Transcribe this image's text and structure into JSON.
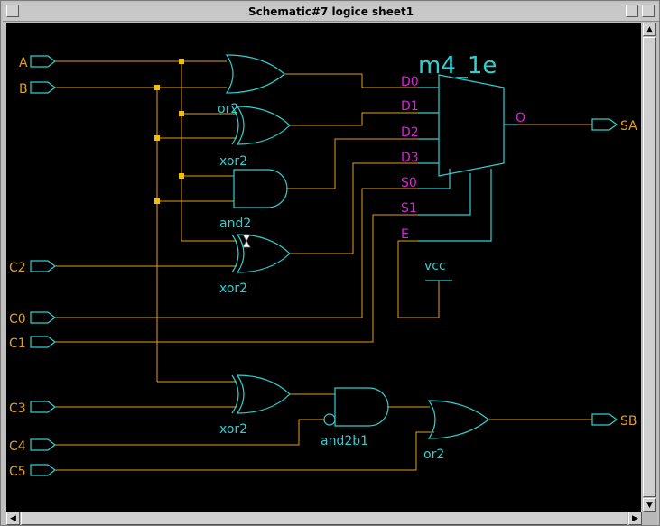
{
  "window": {
    "title": "Schematic#7 logice sheet1"
  },
  "inputs": {
    "A": "A",
    "B": "B",
    "C2": "C2",
    "C0": "C0",
    "C1": "C1",
    "C3": "C3",
    "C4": "C4",
    "C5": "C5"
  },
  "outputs": {
    "SA": "SA",
    "SB": "SB"
  },
  "gates": {
    "or2_top": "or2",
    "xor2_1": "xor2",
    "and2": "and2",
    "xor2_2": "xor2",
    "xor2_3": "xor2",
    "and2b1": "and2b1",
    "or2_bottom": "or2"
  },
  "mux": {
    "name": "m4_1e",
    "pins": {
      "D0": "D0",
      "D1": "D1",
      "D2": "D2",
      "D3": "D3",
      "S0": "S0",
      "S1": "S1",
      "E": "E",
      "O": "O"
    }
  },
  "vcc": "vcc"
}
